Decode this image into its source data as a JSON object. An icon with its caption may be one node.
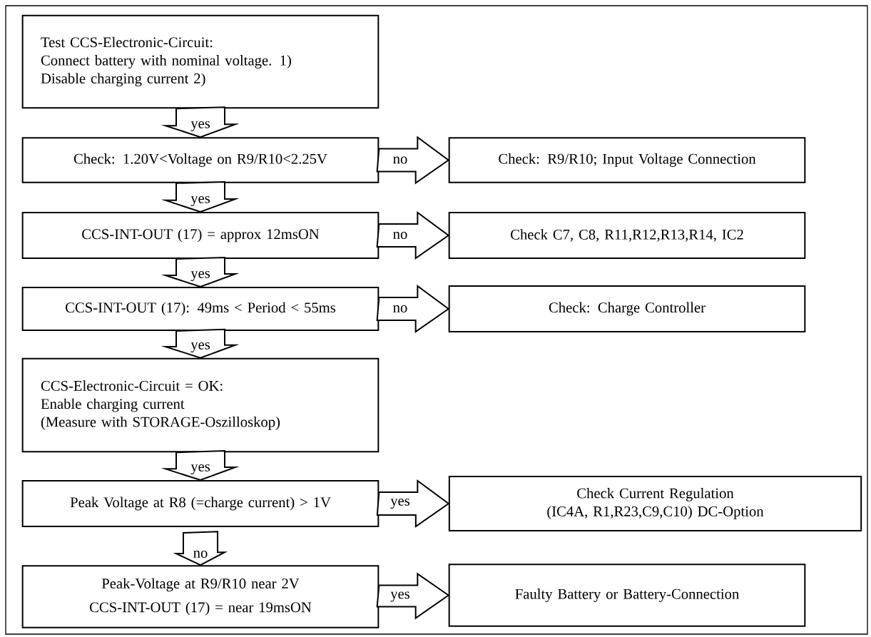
{
  "diagram": {
    "nodes": [
      {
        "text": [
          "Test CCS-Electronic-Circuit:",
          "Connect battery with nominal voltage. 1)",
          "Disable charging current 2)"
        ]
      },
      {
        "text": [
          "Check: 1.20V<Voltage on R9/R10<2.25V"
        ]
      },
      {
        "text": [
          "Check: R9/R10; Input Voltage Connection"
        ]
      },
      {
        "text": [
          "CCS-INT-OUT (17) = approx 12msON"
        ]
      },
      {
        "text": [
          "Check C7, C8, R11,R12,R13,R14,  IC2"
        ]
      },
      {
        "text": [
          "CCS-INT-OUT (17): 49ms < Period < 55ms"
        ]
      },
      {
        "text": [
          "Check: Charge Controller"
        ]
      },
      {
        "text": [
          "CCS-Electronic-Circuit = OK:",
          "Enable charging current",
          "(Measure with STORAGE-Oszilloskop)"
        ]
      },
      {
        "text": [
          "Peak Voltage at R8 (=charge current) > 1V"
        ]
      },
      {
        "text": [
          "Check Current Regulation",
          "(IC4A, R1,R23,C9,C10) DC-Option"
        ]
      },
      {
        "text": [
          "Peak-Voltage at R9/R10 near 2V",
          "CCS-INT-OUT (17) = near 19msON"
        ]
      },
      {
        "text": [
          "Faulty Battery or Battery-Connection"
        ]
      }
    ],
    "edges": [
      {
        "from": 0,
        "to": 1,
        "arrow": "to",
        "label": "yes"
      },
      {
        "from": 1,
        "to": 2,
        "arrow": "to",
        "label": "no"
      },
      {
        "from": 1,
        "to": 3,
        "arrow": "to",
        "label": "yes"
      },
      {
        "from": 3,
        "to": 4,
        "arrow": "to",
        "label": "no"
      },
      {
        "from": 3,
        "to": 5,
        "arrow": "to",
        "label": "yes"
      },
      {
        "from": 5,
        "to": 6,
        "arrow": "to",
        "label": "no"
      },
      {
        "from": 5,
        "to": 7,
        "arrow": "to",
        "label": "yes"
      },
      {
        "from": 7,
        "to": 8,
        "arrow": "to",
        "label": "yes"
      },
      {
        "from": 8,
        "to": 9,
        "arrow": "to",
        "label": "yes"
      },
      {
        "from": 8,
        "to": 10,
        "arrow": "to",
        "label": "no"
      },
      {
        "from": 10,
        "to": 11,
        "arrow": "to",
        "label": "yes"
      }
    ]
  }
}
